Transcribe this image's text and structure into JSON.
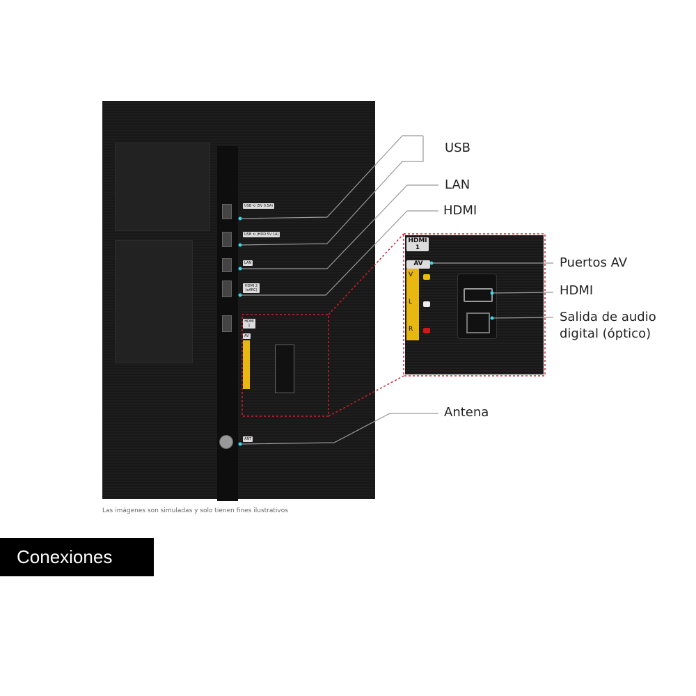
{
  "callouts": {
    "usb": "USB",
    "lan": "LAN",
    "hdmi": "HDMI",
    "av": "Puertos AV",
    "hdmi_zoom": "HDMI",
    "optical_line1": "Salida de audio",
    "optical_line2": "digital (óptico)",
    "antenna": "Antena"
  },
  "port_labels": {
    "usb1": "USB ⟲ (5V 0.5A)",
    "usb2": "USB ⟲ (HDD 5V 1A)",
    "lan": "LAN",
    "hdmi2": "HDMI 2 (eARC)",
    "hdmi1": "HDMI 1",
    "av": "AV",
    "ant": "ANT"
  },
  "zoom_labels": {
    "hdmi1": "HDMI 1",
    "av": "AV",
    "v": "V",
    "l": "L",
    "r": "R"
  },
  "caption": "Las imágenes son simuladas y solo tienen fines ilustrativos",
  "title": "Conexiones",
  "colors": {
    "callout_dot": "#3cd6e6",
    "dashed_box": "#d0202a",
    "av_yellow": "#e8b812"
  }
}
